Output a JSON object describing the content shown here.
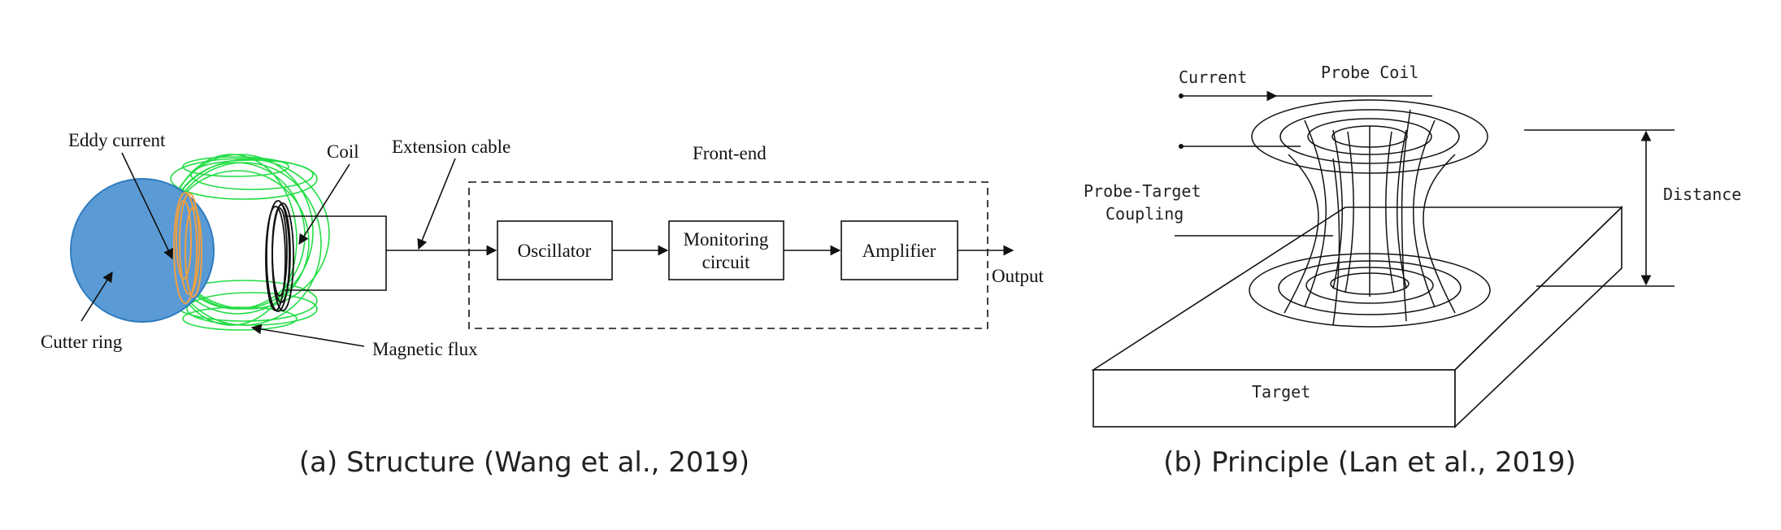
{
  "panel_a": {
    "labels": {
      "eddy_current": "Eddy current",
      "coil": "Coil",
      "extension_cable": "Extension cable",
      "front_end": "Front-end",
      "cutter_ring": "Cutter ring",
      "magnetic_flux": "Magnetic flux",
      "output": "Output"
    },
    "blocks": {
      "oscillator": "Oscillator",
      "monitoring_line1": "Monitoring",
      "monitoring_line2": "circuit",
      "amplifier": "Amplifier"
    },
    "caption": "(a) Structure (Wang et al., 2019)",
    "colors": {
      "cutter_ring": "#5b9bd5",
      "flux": "#22dd44",
      "eddy": "#f0a040"
    }
  },
  "panel_b": {
    "labels": {
      "current": "Current",
      "probe_coil": "Probe Coil",
      "coupling_line1": "Probe-Target",
      "coupling_line2": "Coupling",
      "distance": "Distance",
      "target": "Target"
    },
    "caption": "(b) Principle (Lan et al., 2019)"
  }
}
